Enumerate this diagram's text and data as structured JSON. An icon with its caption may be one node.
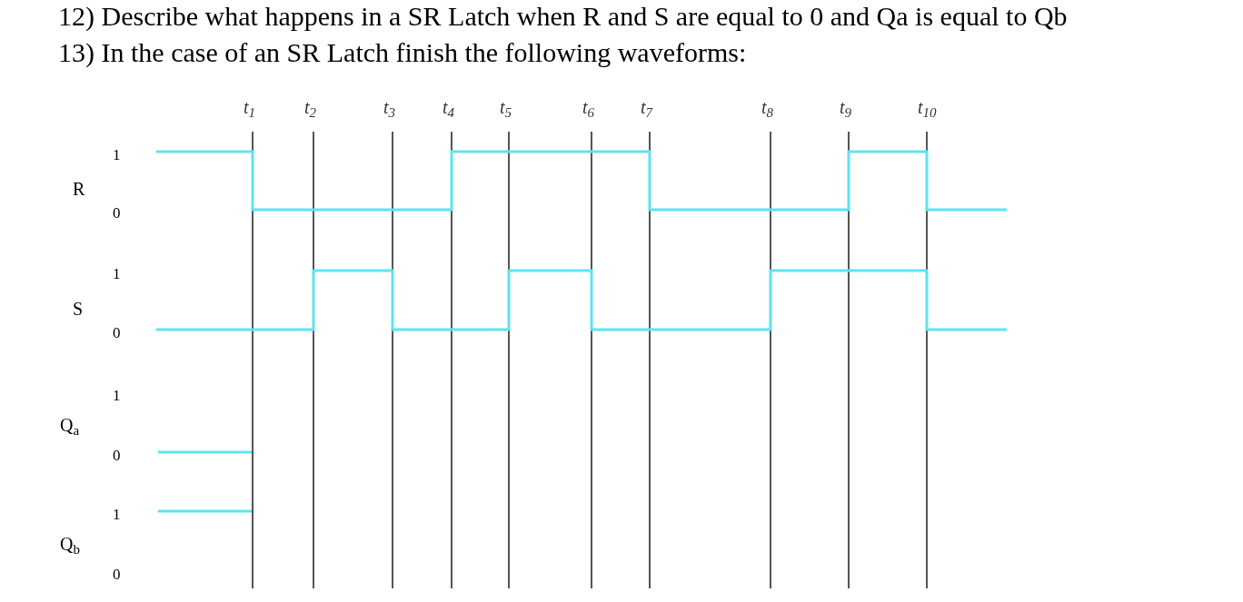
{
  "diagram": {
    "labels": [
      "12) Describe what happens in a SR Latch when R and S are equal to 0 and Qa is equal to Qb",
      "13) In the case of an SR Latch finish the following waveforms:",
      "t$_{1}$",
      "t$_{2}$",
      "t$_{3}$",
      "t$_{4}$",
      "t$_{5}$",
      "t$_{6}$",
      "t$_{7}$",
      "t$_{8}$",
      "t$_{9}$",
      "t$_{10}$",
      "1",
      "R",
      "0",
      "1",
      "S",
      "0",
      "1",
      "Q$_{a}$",
      "0",
      "1",
      "Q$_{b}$",
      "0"
    ]
  }
}
